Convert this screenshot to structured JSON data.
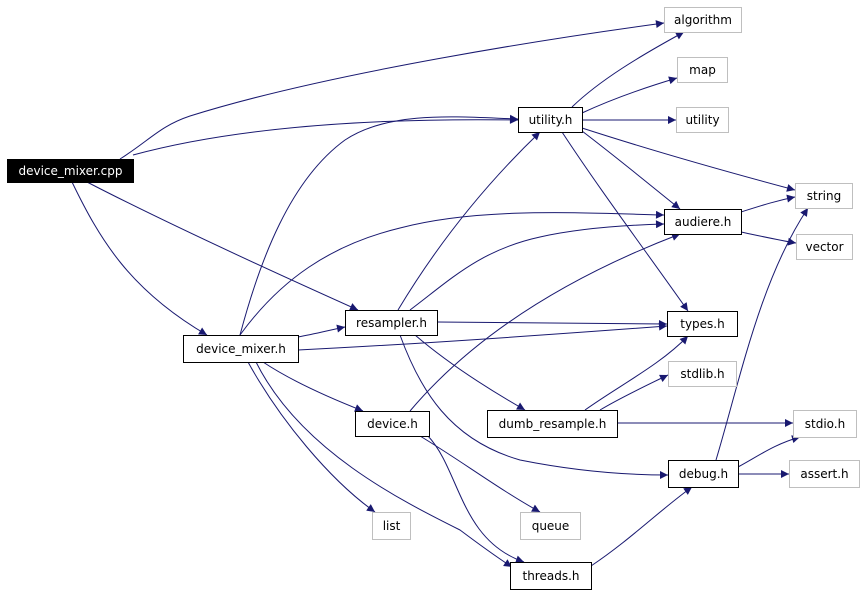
{
  "colors": {
    "edge": "#191970",
    "root_fill": "#000000",
    "root_text": "#ffffff",
    "internal_border": "#000000",
    "external_border": "#bfbfbf"
  },
  "nodes": [
    {
      "id": "device_mixer_cpp",
      "label": "device_mixer.cpp",
      "kind": "root"
    },
    {
      "id": "algorithm",
      "label": "algorithm",
      "kind": "external"
    },
    {
      "id": "map",
      "label": "map",
      "kind": "external"
    },
    {
      "id": "utility",
      "label": "utility",
      "kind": "external"
    },
    {
      "id": "utility_h",
      "label": "utility.h",
      "kind": "internal"
    },
    {
      "id": "string",
      "label": "string",
      "kind": "external"
    },
    {
      "id": "audiere_h",
      "label": "audiere.h",
      "kind": "internal"
    },
    {
      "id": "vector",
      "label": "vector",
      "kind": "external"
    },
    {
      "id": "resampler_h",
      "label": "resampler.h",
      "kind": "internal"
    },
    {
      "id": "types_h",
      "label": "types.h",
      "kind": "internal"
    },
    {
      "id": "device_mixer_h",
      "label": "device_mixer.h",
      "kind": "internal"
    },
    {
      "id": "stdlib_h",
      "label": "stdlib.h",
      "kind": "external"
    },
    {
      "id": "device_h",
      "label": "device.h",
      "kind": "internal"
    },
    {
      "id": "dumb_resample_h",
      "label": "dumb_resample.h",
      "kind": "internal"
    },
    {
      "id": "stdio_h",
      "label": "stdio.h",
      "kind": "external"
    },
    {
      "id": "debug_h",
      "label": "debug.h",
      "kind": "internal"
    },
    {
      "id": "assert_h",
      "label": "assert.h",
      "kind": "external"
    },
    {
      "id": "list",
      "label": "list",
      "kind": "external"
    },
    {
      "id": "queue",
      "label": "queue",
      "kind": "external"
    },
    {
      "id": "threads_h",
      "label": "threads.h",
      "kind": "internal"
    }
  ],
  "edges": [
    [
      "device_mixer_cpp",
      "algorithm"
    ],
    [
      "device_mixer_cpp",
      "utility_h"
    ],
    [
      "device_mixer_cpp",
      "resampler_h"
    ],
    [
      "device_mixer_cpp",
      "device_mixer_h"
    ],
    [
      "utility_h",
      "algorithm"
    ],
    [
      "utility_h",
      "map"
    ],
    [
      "utility_h",
      "utility"
    ],
    [
      "utility_h",
      "string"
    ],
    [
      "utility_h",
      "audiere_h"
    ],
    [
      "utility_h",
      "types_h"
    ],
    [
      "audiere_h",
      "string"
    ],
    [
      "audiere_h",
      "vector"
    ],
    [
      "resampler_h",
      "utility_h"
    ],
    [
      "resampler_h",
      "audiere_h"
    ],
    [
      "resampler_h",
      "types_h"
    ],
    [
      "resampler_h",
      "dumb_resample_h"
    ],
    [
      "resampler_h",
      "debug_h"
    ],
    [
      "device_mixer_h",
      "utility_h"
    ],
    [
      "device_mixer_h",
      "audiere_h"
    ],
    [
      "device_mixer_h",
      "resampler_h"
    ],
    [
      "device_mixer_h",
      "types_h"
    ],
    [
      "device_mixer_h",
      "device_h"
    ],
    [
      "device_mixer_h",
      "list"
    ],
    [
      "device_mixer_h",
      "threads_h"
    ],
    [
      "device_h",
      "audiere_h"
    ],
    [
      "device_h",
      "queue"
    ],
    [
      "device_h",
      "threads_h"
    ],
    [
      "dumb_resample_h",
      "types_h"
    ],
    [
      "dumb_resample_h",
      "stdlib_h"
    ],
    [
      "dumb_resample_h",
      "stdio_h"
    ],
    [
      "debug_h",
      "string"
    ],
    [
      "debug_h",
      "stdio_h"
    ],
    [
      "debug_h",
      "assert_h"
    ],
    [
      "threads_h",
      "debug_h"
    ]
  ]
}
